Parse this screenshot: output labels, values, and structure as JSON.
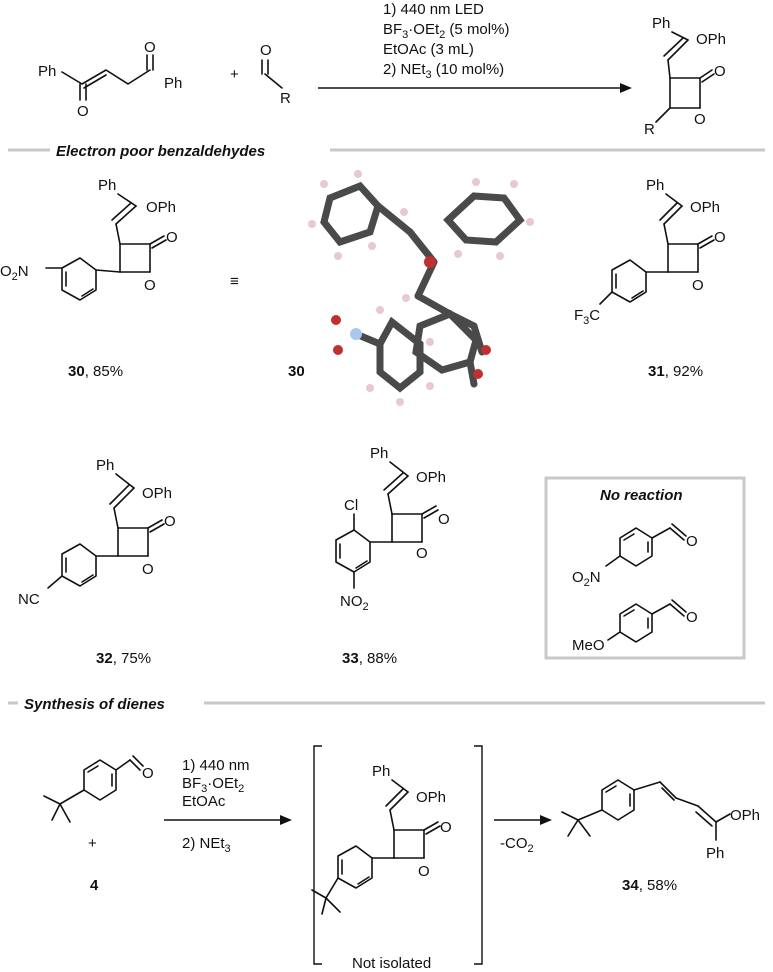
{
  "conditions": {
    "line1": "1) 440 nm LED",
    "line2_pre": "BF",
    "line2_sub": "3",
    "line2_post": "·OEt",
    "line2_sub2": "2",
    "line2_end": " (5 mol%)",
    "line3": "EtOAc (3 mL)",
    "line4_pre": "2) NEt",
    "line4_sub": "3",
    "line4_end": " (10 mol%)"
  },
  "labels": {
    "ph": "Ph",
    "oph": "OPh",
    "o": "O",
    "r": "R",
    "plus": "+",
    "no2_o": "O",
    "no2_sub": "2",
    "no2_n": "N",
    "f3c_f": "F",
    "f3c_sub": "3",
    "f3c_c": "C",
    "nc": "NC",
    "cl": "Cl",
    "no2_bottom": "NO",
    "no2_bottom_sub": "2",
    "meo": "MeO",
    "equiv": "≡"
  },
  "sections": {
    "electron_poor": "Electron poor benzaldehydes",
    "synthesis": "Synthesis of dienes",
    "no_reaction": "No reaction"
  },
  "compounds": {
    "c30_num": "30",
    "c30_yield": ", 85%",
    "c30_crystal": "30",
    "c31_num": "31",
    "c31_yield": ", 92%",
    "c32_num": "32",
    "c32_yield": ", 75%",
    "c33_num": "33",
    "c33_yield": ", 88%",
    "c4_num": "4",
    "c34_num": "34",
    "c34_yield": ", 58%"
  },
  "diene_conditions": {
    "line1": "1) 440 nm",
    "line2_pre": "BF",
    "line2_sub": "3",
    "line2_post": "·OEt",
    "line2_sub2": "2",
    "line3": "EtOAc",
    "line4_pre": "2) NEt",
    "line4_sub": "3",
    "co2_pre": "-CO",
    "co2_sub": "2"
  },
  "not_isolated": "Not isolated"
}
